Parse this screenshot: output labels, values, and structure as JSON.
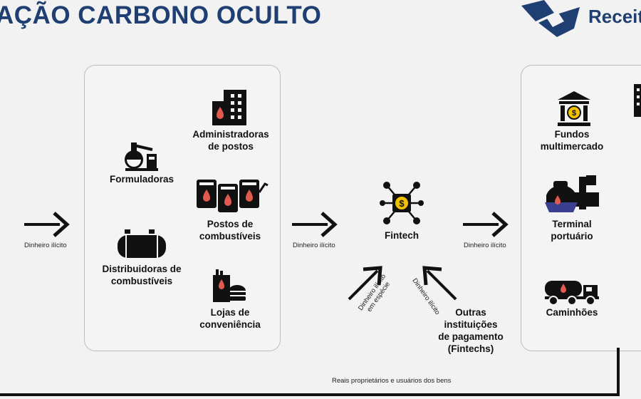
{
  "header": {
    "title": "AÇÃO CARBONO OCULTO",
    "logo_text": "Receit",
    "title_color": "#1f3f73"
  },
  "flow": {
    "money_label_1": "Dinheiro ilícito",
    "money_label_2": "Dinheiro ilícito",
    "money_label_3": "Dinheiro ilícito",
    "cash_label": "Dinheiro ilícito em espécie",
    "cash_label_line1": "Dinheiro ilícito",
    "cash_label_line2": "em espécie",
    "other_money_label": "Dinheiro ilícito",
    "bottom_label": "Reais proprietários e usuários dos bens"
  },
  "left_panel": {
    "formuladoras": "Formuladoras",
    "distribuidoras_line1": "Distribuidoras de",
    "distribuidoras_line2": "combustíveis",
    "administradoras_line1": "Administradoras",
    "administradoras_line2": "de postos",
    "postos_line1": "Postos de",
    "postos_line2": "combustíveis",
    "lojas_line1": "Lojas de",
    "lojas_line2": "conveniência"
  },
  "center": {
    "fintech": "Fintech",
    "outras_line1": "Outras",
    "outras_line2": "instituições",
    "outras_line3": "de pagamento",
    "outras_line4": "(Fintechs)"
  },
  "right_panel": {
    "fundos_line1": "Fundos",
    "fundos_line2": "multimercado",
    "terminal_line1": "Terminal",
    "terminal_line2": "portuário",
    "caminhoes": "Caminhões"
  },
  "icons": {
    "formuladoras": "lab-flask-icon",
    "distribuidoras": "fuel-tank-icon",
    "administradoras": "office-building-icon",
    "postos": "gas-station-icon",
    "lojas": "convenience-store-icon",
    "fintech": "fintech-network-icon",
    "fundos": "bank-icon",
    "terminal": "port-terminal-icon",
    "caminhoes": "tanker-truck-icon",
    "accent": "#e05a4f"
  }
}
